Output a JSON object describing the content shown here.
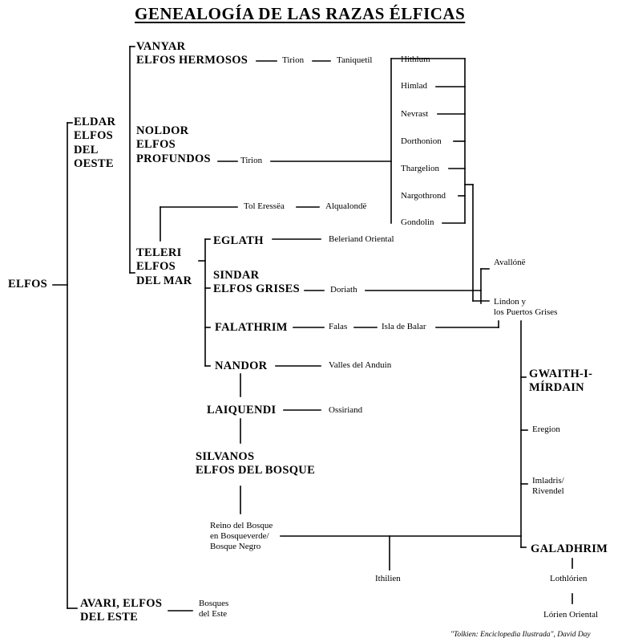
{
  "title": "GENEALOGÍA DE LAS RAZAS ÉLFICAS",
  "credit": "\"Tolkien: Enciclopedia Ilustrada\", David Day",
  "lines_color": "#000000",
  "nodes": {
    "elfos": "ELFOS",
    "eldar": "ELDAR\nELFOS\nDEL\nOESTE",
    "avari": "AVARI, ELFOS\nDEL ESTE",
    "bosques_este": "Bosques\ndel Este",
    "vanyar": "VANYAR\nELFOS HERMOSOS",
    "tirion_v": "Tirion",
    "taniquetil": "Taniquetil",
    "noldor": "NOLDOR\nELFOS\nPROFUNDOS",
    "tirion_n": "Tirion",
    "hithlum": "Hithlum",
    "himlad": "Himlad",
    "nevrast": "Nevrast",
    "dorthonion": "Dorthonion",
    "thargelion": "Thargelion",
    "nargothrond": "Nargothrond",
    "gondolin": "Gondolin",
    "tol_eressea": "Tol Eressëa",
    "alqualonde": "Alqualondë",
    "teleri": "TELERI\nELFOS\nDEL MAR",
    "eglath": "EGLATH",
    "beleriand": "Beleriand Oriental",
    "sindar": "SINDAR\nELFOS GRISES",
    "doriath": "Doriath",
    "avallone": "Avallónë",
    "lindon": "Lindon y\nlos Puertos Grises",
    "falathrim": "FALATHRIM",
    "falas": "Falas",
    "balar": "Isla de Balar",
    "nandor": "NANDOR",
    "anduin": "Valles del Anduin",
    "laiquendi": "LAIQUENDI",
    "ossiriand": "Ossiriand",
    "silvanos": "SILVANOS\nELFOS DEL BOSQUE",
    "reino": "Reino del Bosque\nen Bosqueverde/\nBosque Negro",
    "ithilien": "Ithilien",
    "gwaith": "GWAITH-I-\nMÍRDAIN",
    "eregion": "Eregion",
    "imladris": "Imladris/\nRivendel",
    "galadhrim": "GALADHRIM",
    "lothlorien": "Lothlórien",
    "lorien_oriental": "Lórien Oriental"
  }
}
